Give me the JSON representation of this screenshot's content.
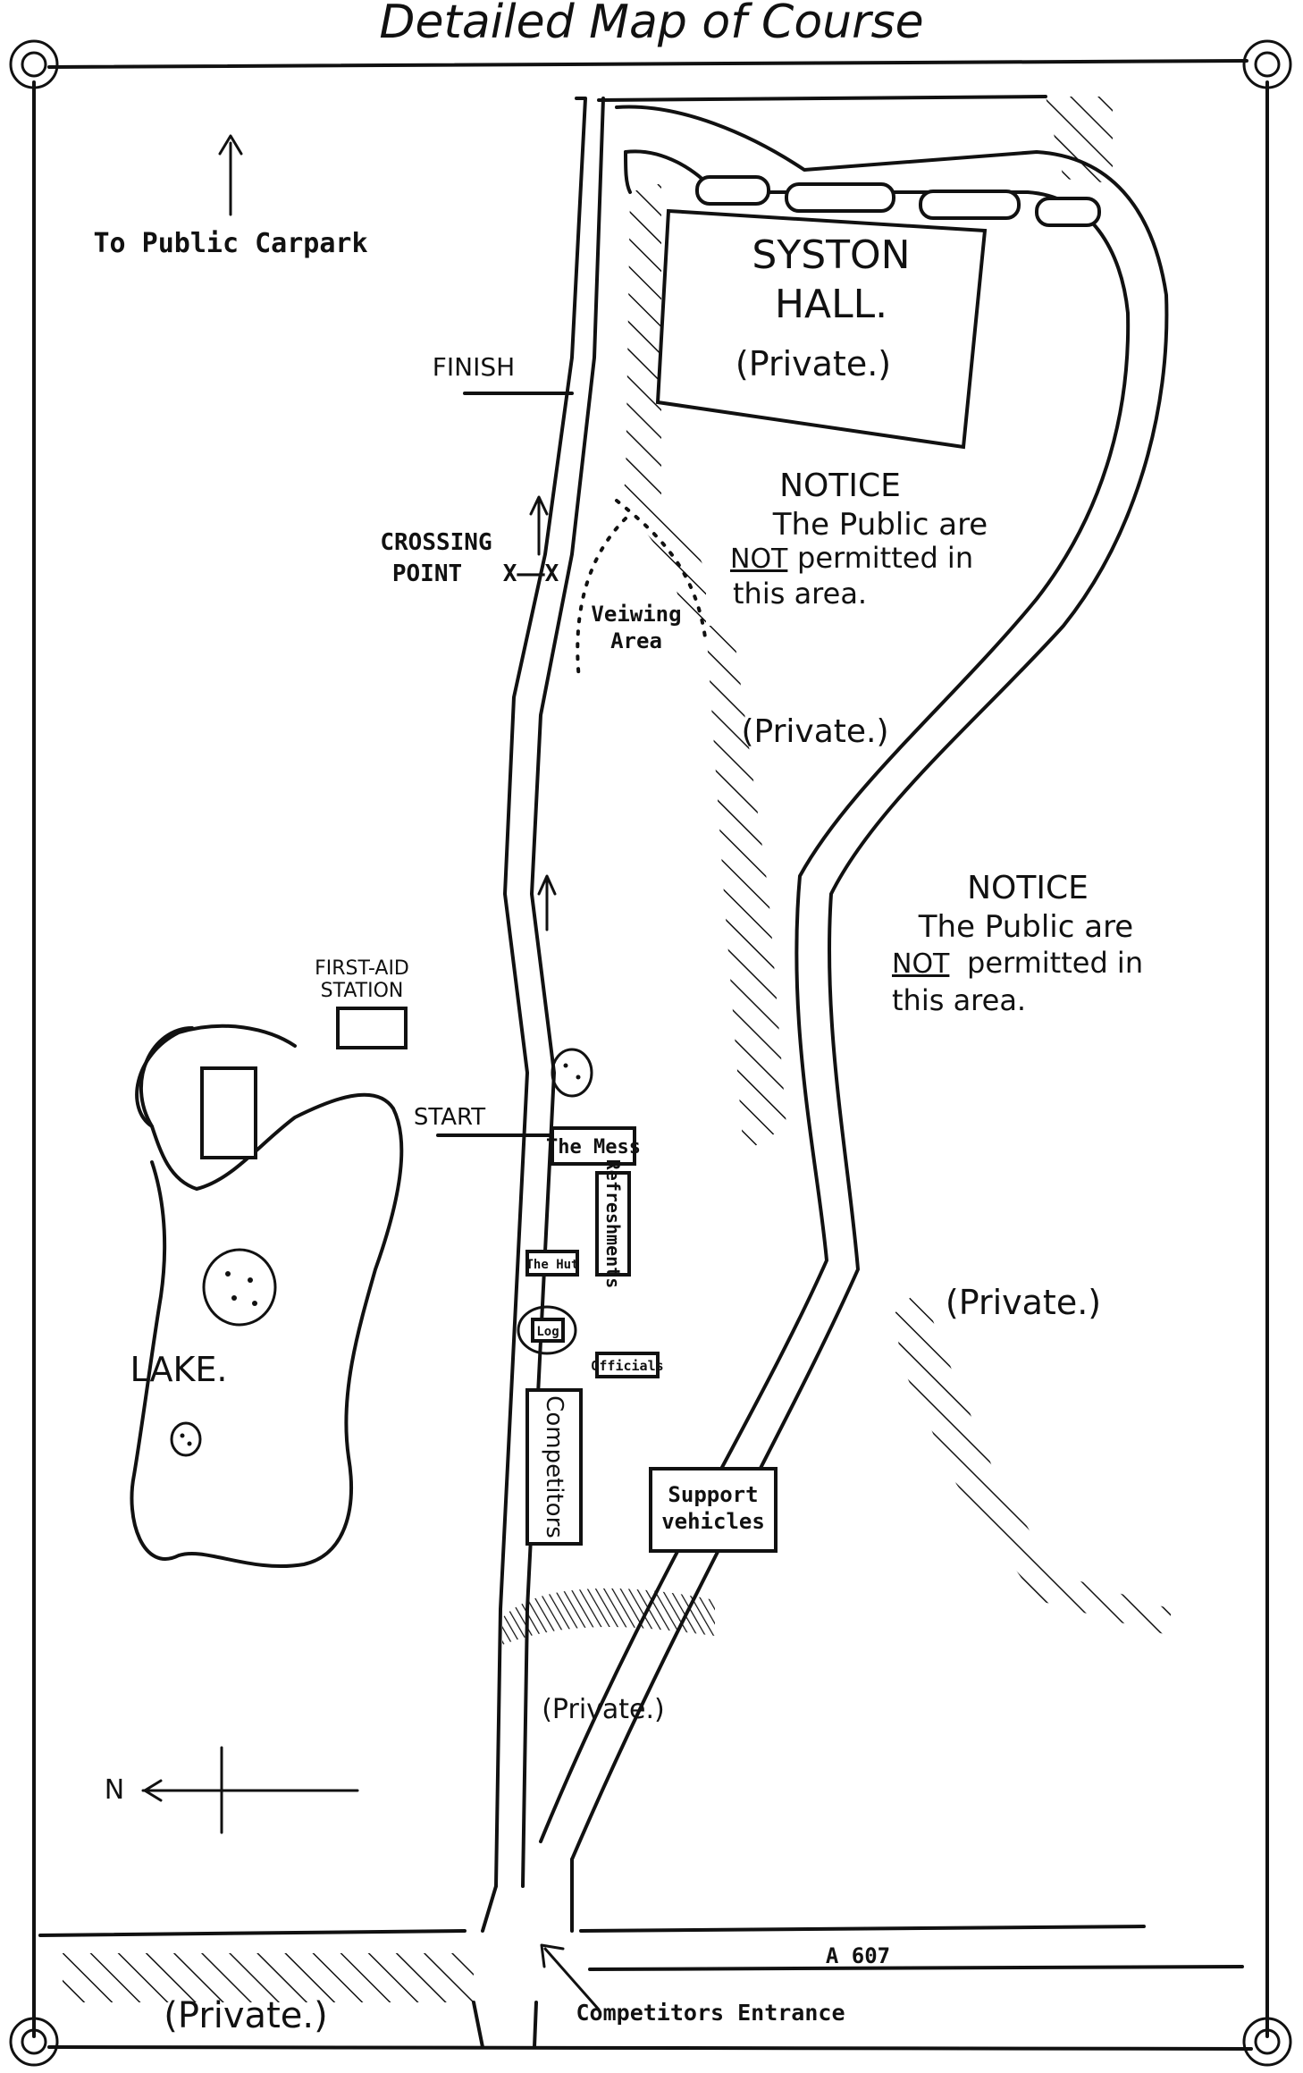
{
  "title": "Detailed Map of Course",
  "labels": {
    "carpark": "To Public Carpark",
    "hall_line1": "SYSTON",
    "hall_line2": "HALL.",
    "hall_private": "(Private.)",
    "finish": "FINISH",
    "crossing_line1": "CROSSING",
    "crossing_line2": "POINT",
    "crossing_marks": "X——X",
    "viewing_line1": "Veiwing",
    "viewing_line2": "Area",
    "notice1_heading": "NOTICE",
    "notice1_line1": "The Public are",
    "notice1_not": "NOT",
    "notice1_line2_rest": "permitted in",
    "notice1_line3": "this area.",
    "private_mid": "(Private.)",
    "notice2_heading": "NOTICE",
    "notice2_line1": "The Public are",
    "notice2_not": "NOT",
    "notice2_line2_rest": "permitted in",
    "notice2_line3": "this area.",
    "first_aid_line1": "FIRST-AID",
    "first_aid_line2": "STATION",
    "start": "START",
    "the_mess": "The Mess",
    "refreshments": "Refreshments",
    "the_hut": "The Hut",
    "log": "Log",
    "officials": "Officials",
    "competitors": "Competitors",
    "support_line1": "Support",
    "support_line2": "vehicles",
    "lake": "LAKE.",
    "private_right": "(Private.)",
    "private_lower": "(Private.)",
    "private_bottom_left": "(Private.)",
    "north": "N",
    "road": "A 607",
    "competitors_entrance": "Competitors Entrance"
  },
  "colors": {
    "ink": "#111111",
    "paper": "#ffffff"
  }
}
